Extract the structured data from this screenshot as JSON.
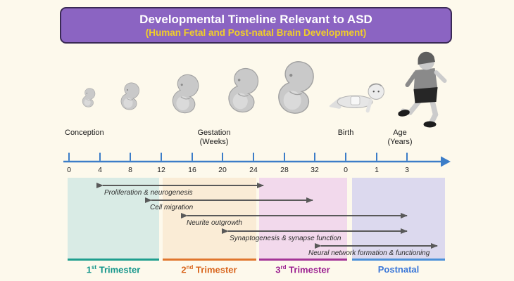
{
  "header": {
    "title": "Developmental Timeline Relevant to ASD",
    "subtitle": "(Human Fetal and Post-natal Brain Development)",
    "bg_color": "#8b64c2",
    "border_color": "#3a2a55",
    "title_color": "#ffffff",
    "subtitle_color": "#f2cf28"
  },
  "figures": {
    "items": [
      "fetus-stage-1",
      "fetus-stage-2",
      "fetus-stage-3",
      "fetus-stage-4",
      "fetus-stage-5",
      "crawling-baby",
      "running-child"
    ]
  },
  "axis": {
    "color": "#3c7dc8",
    "section_labels": {
      "conception": "Conception",
      "gestation_line1": "Gestation",
      "gestation_line2": "(Weeks)",
      "birth": "Birth",
      "age_line1": "Age",
      "age_line2": "(Years)"
    },
    "ticks": [
      "0",
      "4",
      "8",
      "12",
      "16",
      "20",
      "24",
      "28",
      "32",
      "0",
      "1",
      "3"
    ]
  },
  "processes": [
    {
      "label": "Proliferation & neurogenesis"
    },
    {
      "label": "Cell migration"
    },
    {
      "label": "Neurite outgrowth"
    },
    {
      "label": "Synaptogenesis & synapse function"
    },
    {
      "label": "Neural network formation & functioning"
    }
  ],
  "periods": [
    {
      "num": "1",
      "sup": "st",
      "word": "Trimester",
      "text_color": "#13958a",
      "fill_color": "#d9ebe5",
      "line_color": "#1f9e8e"
    },
    {
      "num": "2",
      "sup": "nd",
      "word": "Trimester",
      "text_color": "#d9661e",
      "fill_color": "#faecd6",
      "line_color": "#e0752c"
    },
    {
      "num": "3",
      "sup": "rd",
      "word": "Trimester",
      "text_color": "#9c2191",
      "fill_color": "#f2d9ec",
      "line_color": "#a43597"
    },
    {
      "num": "",
      "sup": "",
      "word": "Postnatal",
      "text_color": "#3c78d8",
      "fill_color": "#dcd9ee",
      "line_color": "#4a90d9"
    }
  ],
  "arrow_color": "#595959"
}
